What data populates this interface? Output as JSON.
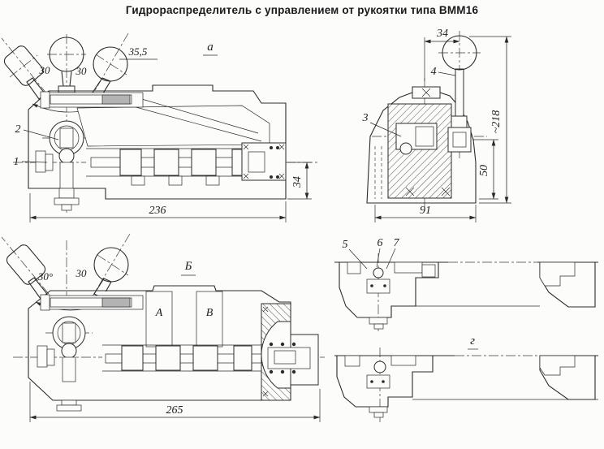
{
  "title": "Гидрораспределитель с управлением от рукоятки типа ВММ16",
  "colors": {
    "ink": "#2b2b2b",
    "paper": "#fcfcfb",
    "bolt_gray": "#b3b3b3"
  },
  "view_a": {
    "label": "а",
    "dim_travel": "35,5",
    "angle_left": "30",
    "angle_right": "30",
    "dim_width": "236",
    "dim_height": "34",
    "part_1": "1",
    "part_2": "2"
  },
  "view_end": {
    "dim_top": "34",
    "dim_overall": "~218",
    "dim_mid": "50",
    "dim_base": "91",
    "part_3": "3",
    "part_4": "4"
  },
  "view_b": {
    "label": "Б",
    "angle_left": "30°",
    "angle_right": "30",
    "dim_width": "265",
    "port_a": "А",
    "port_b": "В"
  },
  "section_top": {
    "part_5": "5",
    "part_6": "6",
    "part_7": "7"
  },
  "section_g": {
    "label": "г"
  }
}
